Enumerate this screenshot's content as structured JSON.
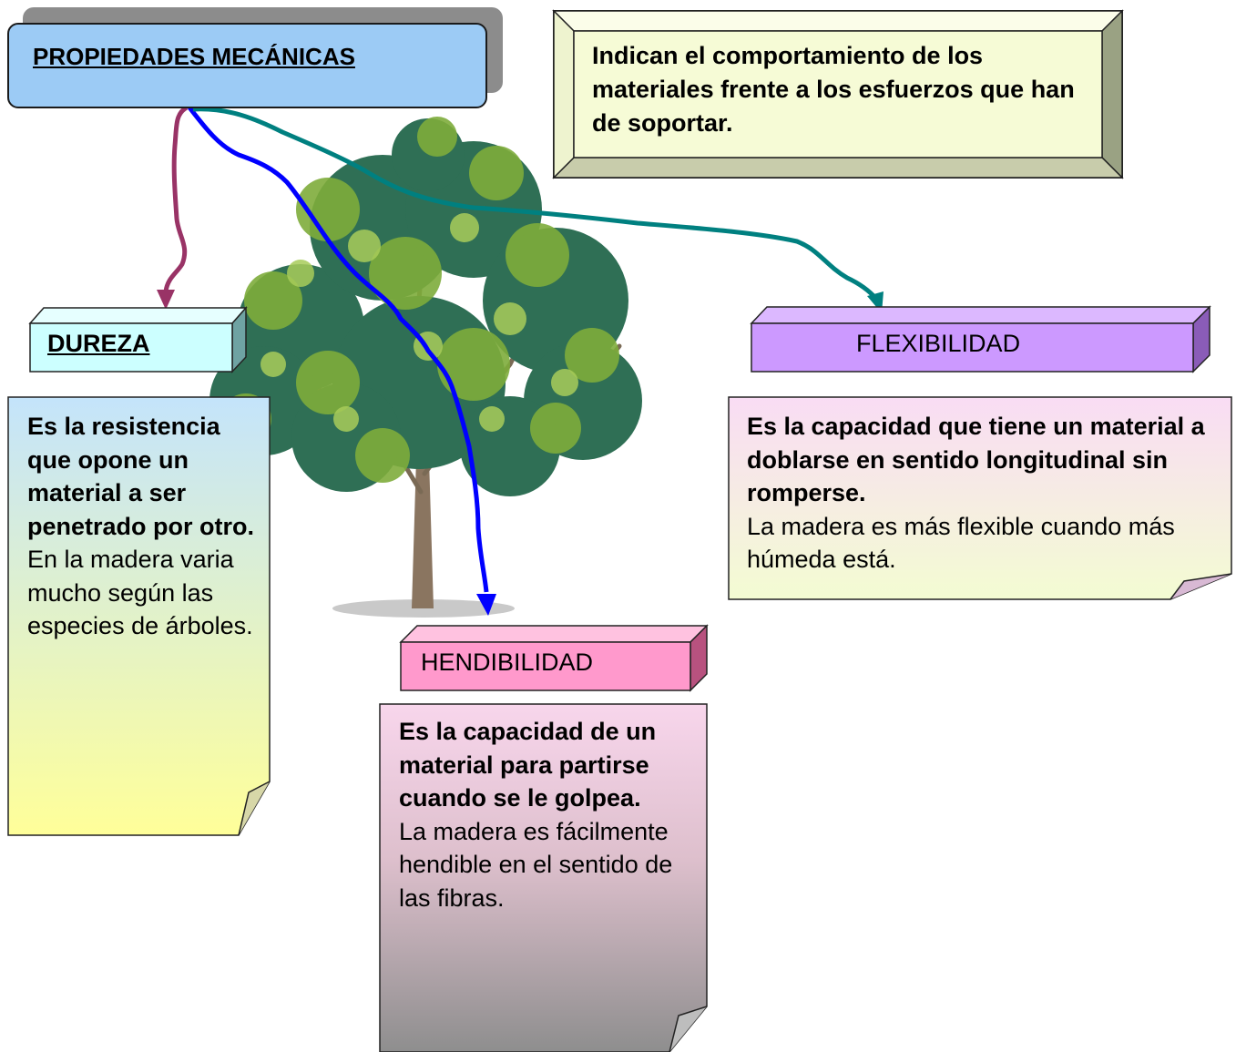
{
  "title": "PROPIEDADES MECÁNICAS",
  "definition": "Indican el comportamiento de los materiales frente a los esfuerzos que han de soportar.",
  "properties": {
    "dureza": {
      "label": "DUREZA",
      "bold": "Es la resistencia que opone un material a ser penetrado por otro.",
      "normal": "En la madera varia mucho según las especies de árboles."
    },
    "flexibilidad": {
      "label": "FLEXIBILIDAD",
      "bold": "Es la capacidad que tiene un material a doblarse en sentido longitudinal sin romperse.",
      "normal": "La madera es más flexible cuando más húmeda está."
    },
    "hendibilidad": {
      "label": "HENDIBILIDAD",
      "bold": "Es la capacidad de un material para partirse cuando se le golpea.",
      "normal": "La madera es fácilmente hendible en el sentido de las fibras."
    }
  },
  "colors": {
    "title_fill": "#9ccbf5",
    "definition_fill": "#f6fbd6",
    "dureza_label_fill": "#ccffff",
    "flexibilidad_label_fill": "#cc99ff",
    "hendibilidad_label_fill": "#ff99cc",
    "arrow_dureza": "#993366",
    "arrow_hendibilidad": "#0000ff",
    "arrow_flexibilidad": "#008080"
  }
}
